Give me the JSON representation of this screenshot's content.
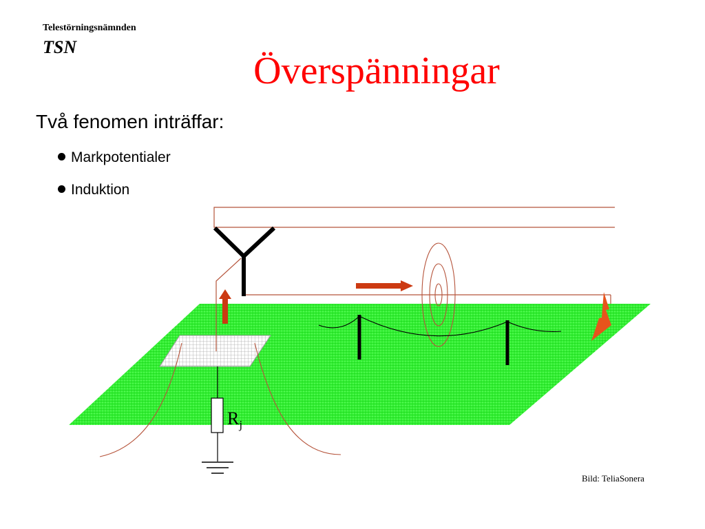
{
  "header": {
    "organization": "Telestörningsnämnden",
    "abbreviation": "TSN"
  },
  "slide": {
    "title": "Överspänningar",
    "intro": "Två fenomen inträffar:",
    "bullets": [
      "Markpotentialer",
      "Induktion"
    ]
  },
  "diagram": {
    "resistor_label": "R",
    "resistor_subscript": "j"
  },
  "credit": "Bild: TeliaSonera",
  "colors": {
    "title": "#ff0000",
    "ground_plane": "#33ee33",
    "wire": "#b5533a",
    "arrow": "#cc3a12",
    "lightning": "#e8541c"
  }
}
